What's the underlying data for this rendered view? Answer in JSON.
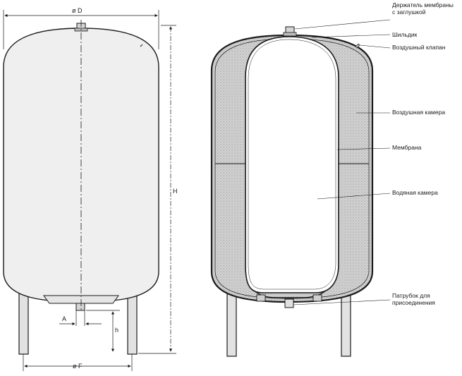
{
  "dimensions": {
    "diameter_d": "ø D",
    "height_h": "H",
    "a": "A",
    "h_small": "h",
    "diameter_f": "ø F"
  },
  "callouts": {
    "membrane_holder_line1": "Держатель мембраны",
    "membrane_holder_line2": "с заглушкой",
    "nameplate": "Шильдик",
    "air_valve": "Воздушный клапан",
    "air_chamber": "Воздушная камера",
    "membrane": "Мембрана",
    "water_chamber": "Водяная камера",
    "connection_line1": "Патрубок для",
    "connection_line2": "присоединения"
  }
}
